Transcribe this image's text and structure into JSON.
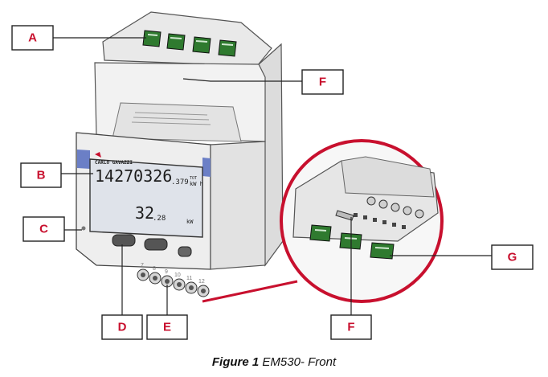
{
  "callouts": {
    "a": "A",
    "b": "B",
    "c": "C",
    "d": "D",
    "e": "E",
    "f_top": "F",
    "f_bottom": "F",
    "g": "G"
  },
  "device": {
    "brand": "CARLO GAVAZZI",
    "lcd_line1_main": "14270326",
    "lcd_line1_dec": ".379",
    "lcd_line1_tot": "TOT",
    "lcd_line1_unit": "kW h",
    "lcd_line2_main": "32",
    "lcd_line2_dec": ".28",
    "lcd_line2_unit": "kW",
    "terminal_numbers": [
      "7",
      "8",
      "9",
      "10",
      "11",
      "12"
    ]
  },
  "caption": {
    "label": "Figure 1",
    "text": "EM530- Front"
  }
}
